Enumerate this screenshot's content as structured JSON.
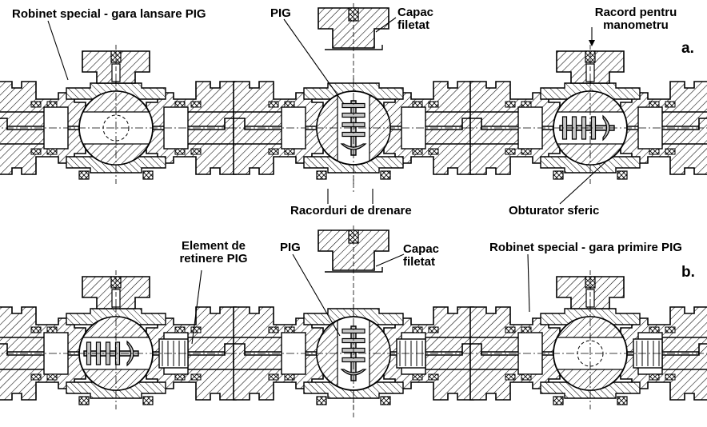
{
  "row_a": {
    "tag": "a.",
    "valve1_label": "Robinet special - gara lansare PIG",
    "pig_label": "PIG",
    "cap_label_line1": "Capac",
    "cap_label_line2": "filetat",
    "gauge_label_line1": "Racord  pentru",
    "gauge_label_line2": "manometru",
    "drain_label": "Racorduri de drenare",
    "ball_label": "Obturator sferic"
  },
  "row_b": {
    "tag": "b.",
    "retainer_label_line1": "Element de",
    "retainer_label_line2": "retinere PIG",
    "pig_label": "PIG",
    "cap_label_line1": "Capac",
    "cap_label_line2": "filetat",
    "valve3_label": "Robinet special - gara primire PIG"
  },
  "colors": {
    "ink": "#000000",
    "pig_fill": "#c8c8c8",
    "paper": "#ffffff"
  }
}
